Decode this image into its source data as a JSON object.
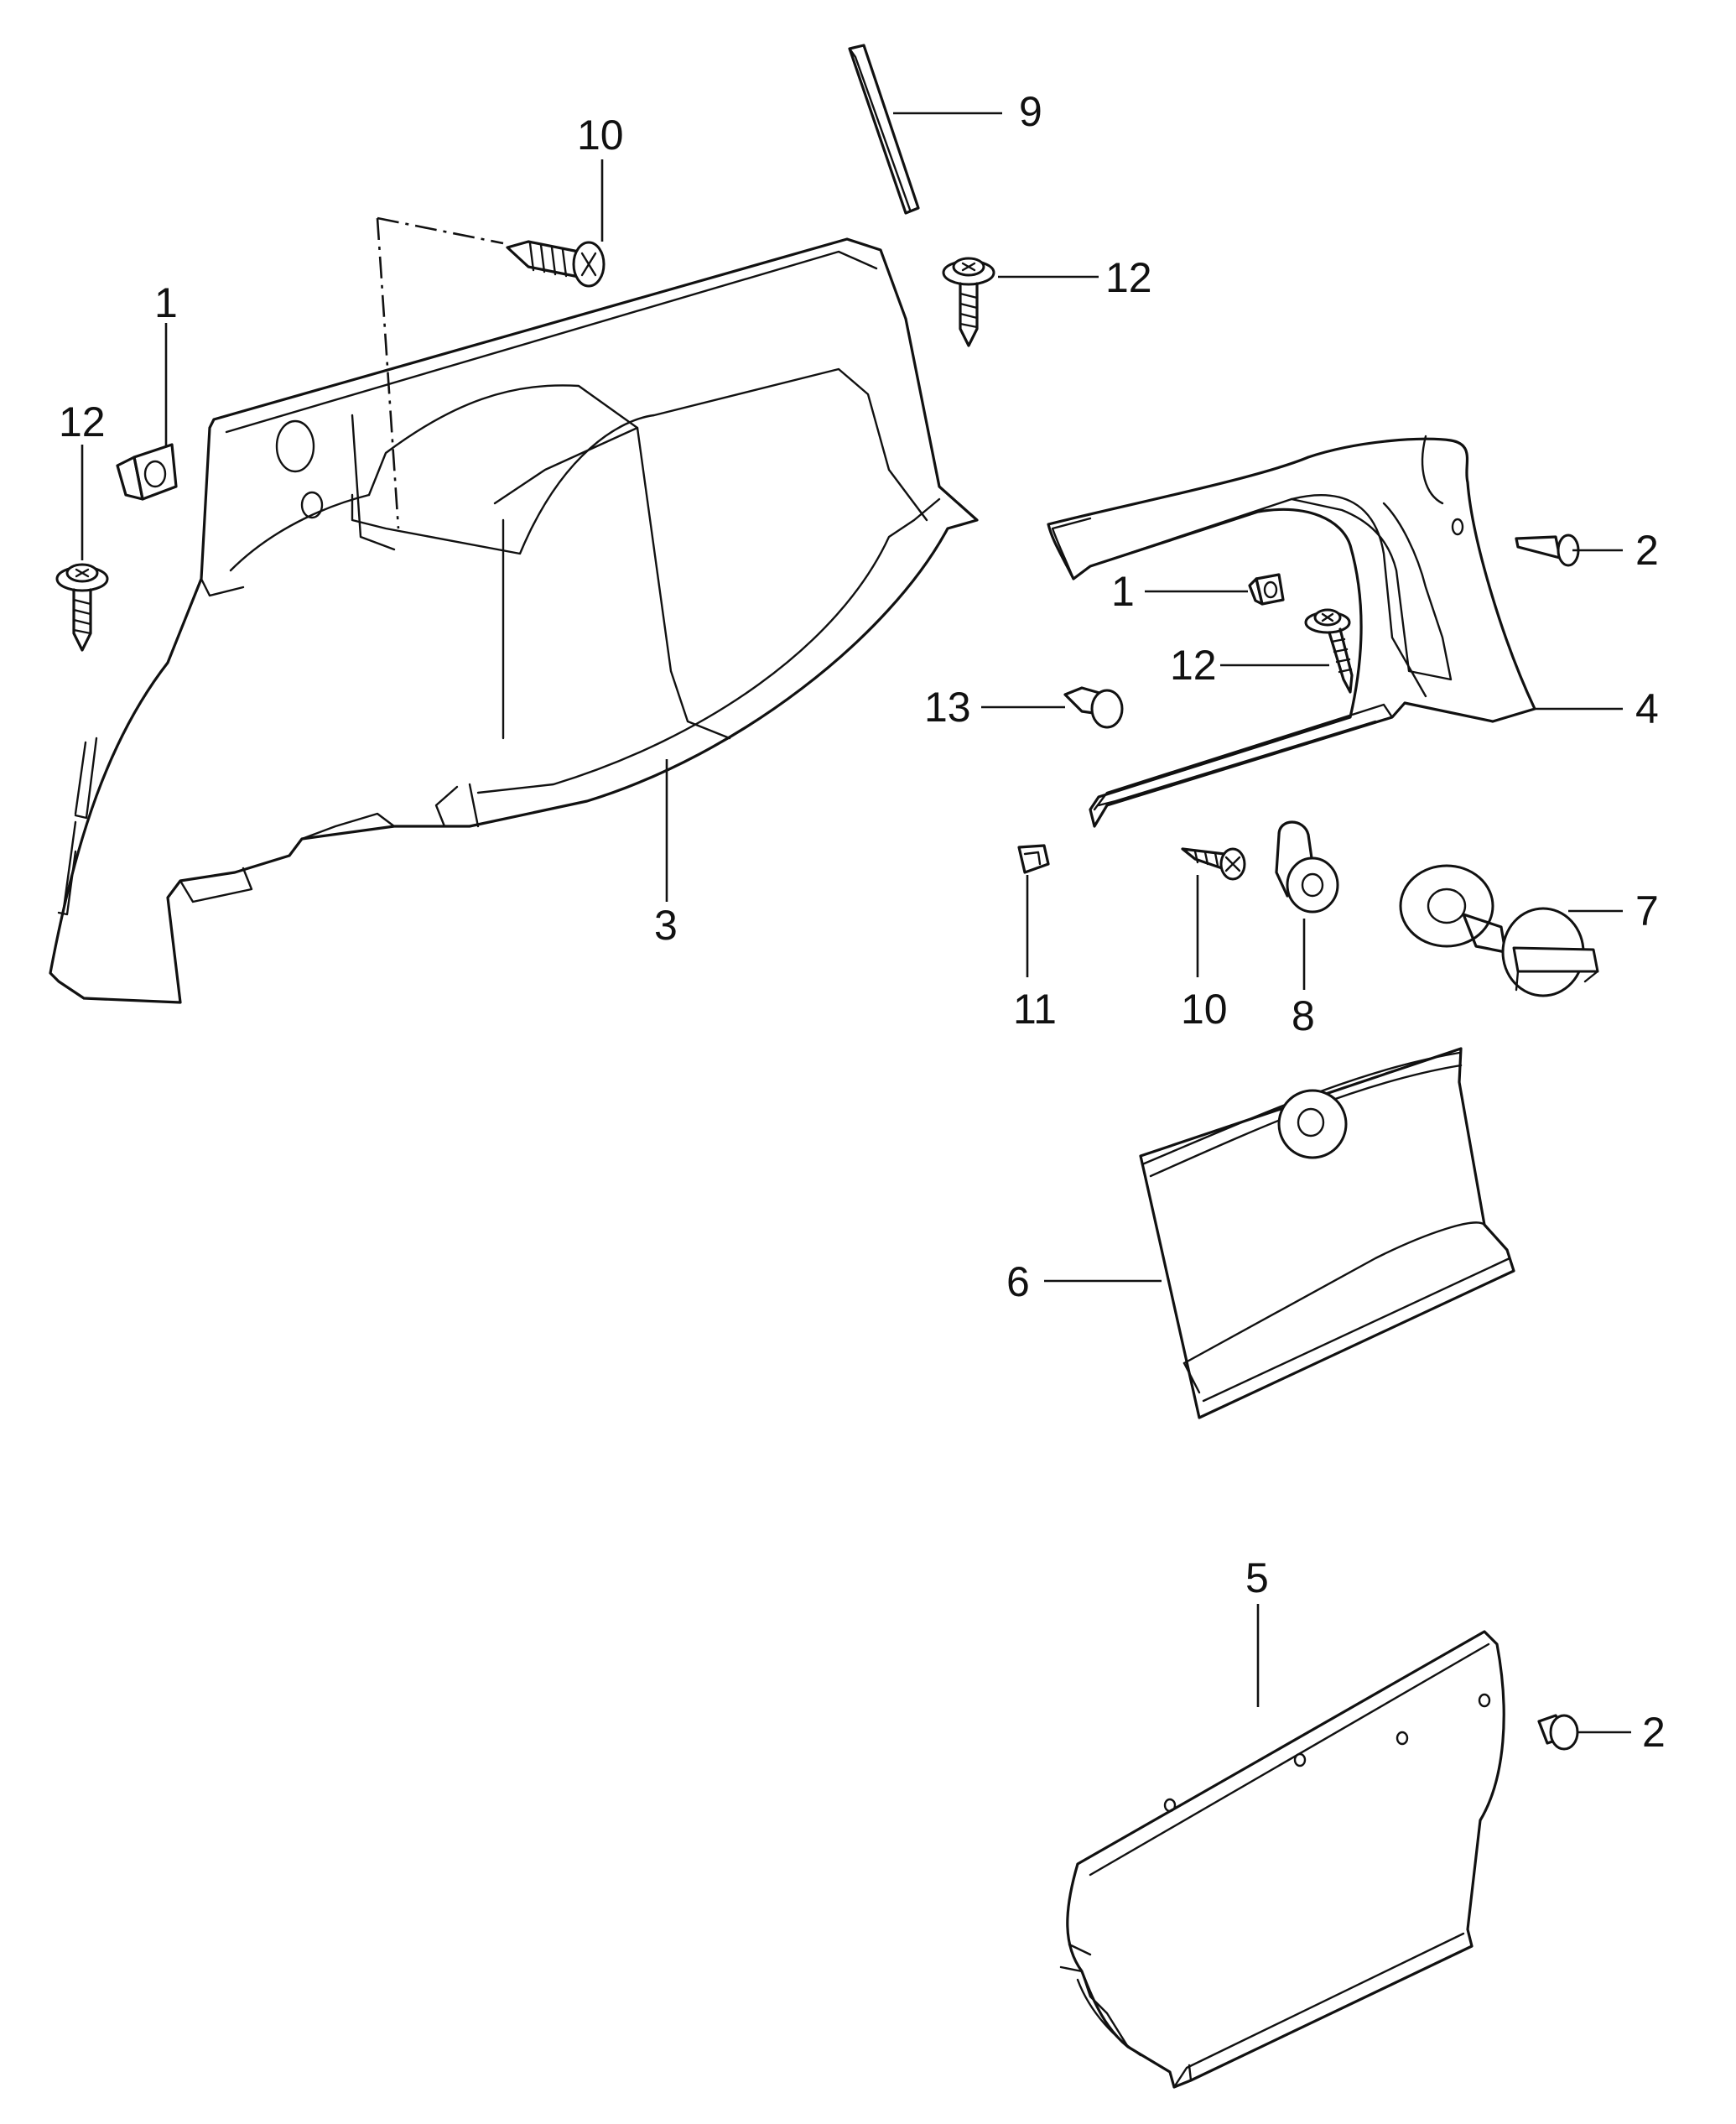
{
  "diagram": {
    "labels": {
      "l1a": "1",
      "l1b": "1",
      "l2a": "2",
      "l2b": "2",
      "l3": "3",
      "l4": "4",
      "l5": "5",
      "l6": "6",
      "l7": "7",
      "l8": "8",
      "l9": "9",
      "l10a": "10",
      "l10b": "10",
      "l11": "11",
      "l12a": "12",
      "l12b": "12",
      "l12c": "12",
      "l13": "13"
    }
  }
}
